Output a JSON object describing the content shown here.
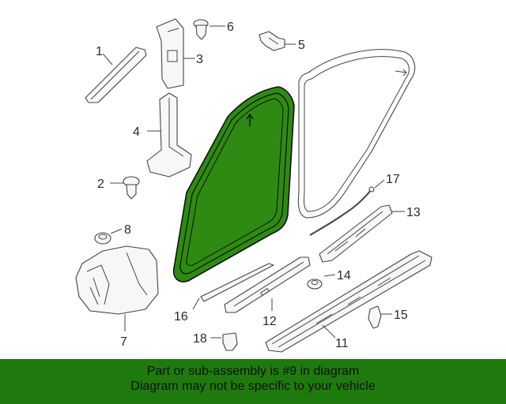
{
  "diagram": {
    "highlight_color": "#2f8a14",
    "banner_color": "#1f7a0e",
    "callouts": {
      "c1": "1",
      "c2": "2",
      "c3": "3",
      "c4": "4",
      "c5": "5",
      "c6": "6",
      "c7": "7",
      "c8": "8",
      "c11": "11",
      "c12": "12",
      "c13": "13",
      "c14": "14",
      "c15": "15",
      "c16": "16",
      "c17": "17",
      "c18": "18"
    }
  },
  "banner": {
    "line1": "Part or sub-assembly is #9 in diagram",
    "line2": "Diagram may not be specific to your vehicle"
  }
}
